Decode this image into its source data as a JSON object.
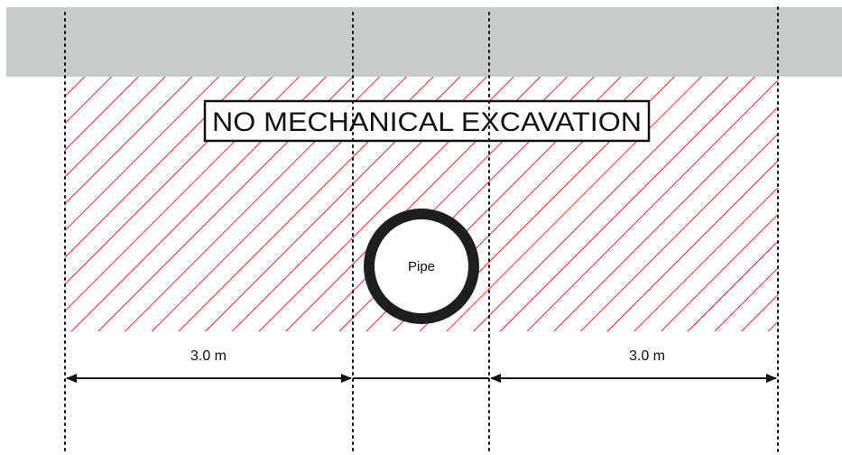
{
  "warning": {
    "label": "NO MECHANICAL EXCAVATION"
  },
  "pipe": {
    "label": "Pipe"
  },
  "dimensions": {
    "left_label": "3.0 m",
    "right_label": "3.0 m"
  },
  "colors": {
    "ground": "#c6cbcb",
    "hatch": "#e8262b",
    "pipe_ring": "#1e1e1e",
    "line": "#111111"
  }
}
